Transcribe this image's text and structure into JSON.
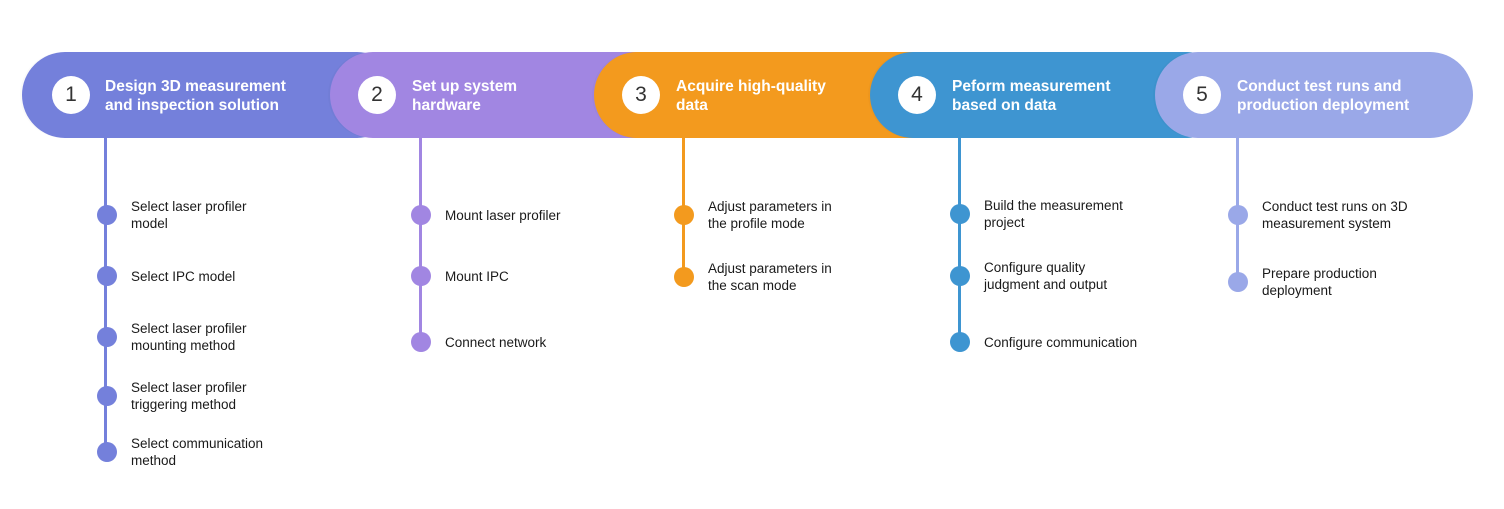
{
  "steps": [
    {
      "number": "1",
      "title": "Design 3D measurement\nand inspection solution",
      "color": "#7480DB",
      "substeps": [
        "Select laser profiler\nmodel",
        "Select IPC model",
        "Select laser profiler\nmounting method",
        "Select laser profiler\ntriggering method",
        "Select communication\nmethod"
      ]
    },
    {
      "number": "2",
      "title": "Set up system\nhardware",
      "color": "#A186E2",
      "substeps": [
        "Mount laser profiler",
        "Mount IPC",
        "Connect network"
      ]
    },
    {
      "number": "3",
      "title": "Acquire high-quality\ndata",
      "color": "#F39A1E",
      "substeps": [
        "Adjust parameters in\nthe profile mode",
        "Adjust parameters in\nthe scan mode"
      ]
    },
    {
      "number": "4",
      "title": "Peform measurement\nbased on data",
      "color": "#3E95D1",
      "substeps": [
        "Build the measurement\nproject",
        "Configure quality\njudgment and output",
        "Configure communication"
      ]
    },
    {
      "number": "5",
      "title": "Conduct test runs and\nproduction deployment",
      "color": "#9AA8E8",
      "substeps": [
        "Conduct test runs on 3D\nmeasurement system",
        "Prepare production\ndeployment"
      ]
    }
  ]
}
